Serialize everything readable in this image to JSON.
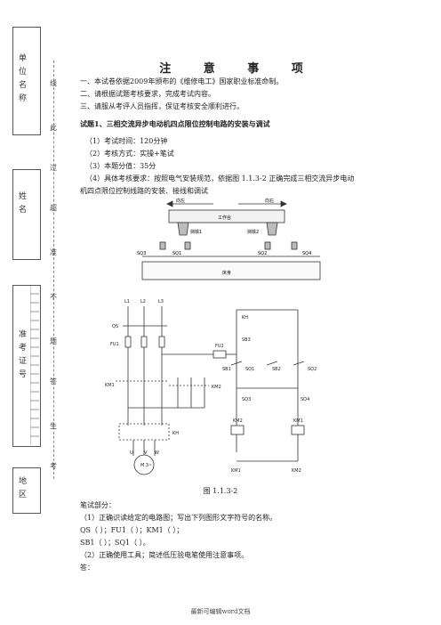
{
  "side": {
    "unit_label": "单位名称",
    "name_label": "姓名",
    "id_label": "准考证号",
    "region_label": "地区",
    "seal": [
      "线",
      "此",
      "过",
      "超",
      "准",
      "不",
      "题",
      "答",
      "生",
      "考"
    ]
  },
  "title": "注 意 事 项",
  "notes": [
    "一、本试卷依据2009年颁布的《维修电工》国家职业标准命制。",
    "二、请根据试题考核要求，完成考试内容。",
    "三、请服从考评人员指挥，保证考核安全顺利进行。"
  ],
  "question_title": "试题1、三相交流异步电动机四点限位控制电路的安装与调试",
  "requirements": [
    "（1）考试时间：120分钟",
    "（2）考核方式：实操+笔试",
    "（3）本题分值：35分",
    "（4）具体考核要求：按照电气安装规范，依据图 1.1.3-2 正确完成三相交流异步电动",
    "机四点限位控制线路的安装、接线和调试"
  ],
  "figure": {
    "top": {
      "left_arrow": "向左",
      "right_arrow": "向右",
      "table": "工作台",
      "block1": "挡铁1",
      "block2": "挡铁2",
      "switches": [
        "SQ3",
        "SQ1",
        "SQ2",
        "SQ4"
      ],
      "bed": "床身"
    },
    "circuit": {
      "phases": [
        "L1",
        "L2",
        "L3"
      ],
      "qs": "QS",
      "fu1": "FU1",
      "fu2": "FU2",
      "km1": "KM1",
      "km2": "KM2",
      "kh": "KH",
      "sb1": "SB1",
      "sb2": "SB2",
      "sb3": "SB3",
      "sq1": "SQ1",
      "sq2": "SQ2",
      "sq3": "SQ3",
      "sq4": "SQ4",
      "motor": "M\n3~",
      "uvw": [
        "U",
        "V",
        "W"
      ]
    },
    "caption": "图 1.1.3-2"
  },
  "written": {
    "heading": "笔试部分：",
    "q1": "（1）正确识读给定的电路图；写出下列图形文字符号的名称。",
    "row1": "QS（               ）；FU1（               ）；KM1（               ）；",
    "row2": "SB1（               ）；SQ1（               ）。",
    "q2": "（2）正确使用工具；简述低压验电笔使用注意事项。",
    "answer": "答："
  },
  "footer": "最新可编辑word文档"
}
